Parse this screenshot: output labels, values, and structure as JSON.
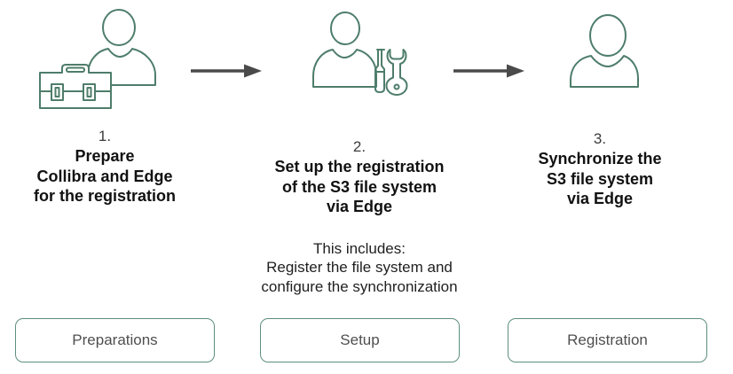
{
  "diagram": {
    "type": "process-flow",
    "colors": {
      "background": "#ffffff",
      "icon_stroke": "#4e7d6b",
      "arrow": "#4a4a4a",
      "button_border": "#5d8f7d",
      "button_text": "#4f4f4f",
      "number_text": "#3d3d3d",
      "title_text": "#111111",
      "body_text": "#1f1f1f"
    },
    "steps": [
      {
        "number": "1.",
        "icon": "person-with-toolbox-icon",
        "title_lines": [
          "Prepare",
          "Collibra and Edge",
          "for the registration"
        ],
        "subtext_lines": [],
        "button_label": "Preparations"
      },
      {
        "number": "2.",
        "icon": "person-with-tools-icon",
        "title_lines": [
          "Set up the registration",
          "of the S3 file system",
          "via Edge"
        ],
        "subtext_lines": [
          "This includes:",
          "Register the file system and",
          "configure the synchronization"
        ],
        "button_label": "Setup"
      },
      {
        "number": "3.",
        "icon": "person-icon",
        "title_lines": [
          "Synchronize the",
          "S3 file system",
          "via Edge"
        ],
        "subtext_lines": [],
        "button_label": "Registration"
      }
    ],
    "connectors": [
      "right-arrow",
      "right-arrow"
    ]
  }
}
